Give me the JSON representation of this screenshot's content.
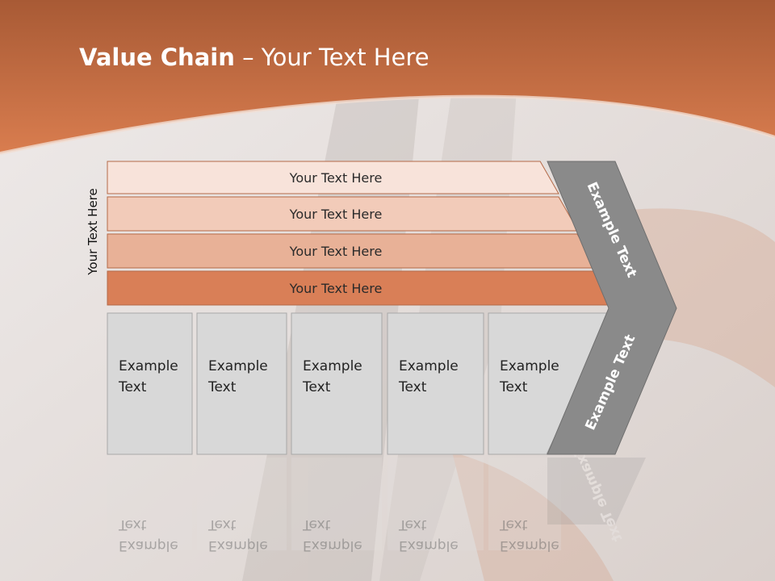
{
  "title": {
    "bold": "Value Chain",
    "rest": " – Your Text Here"
  },
  "side_label": "Your Text Here",
  "bands": [
    {
      "label": "Your Text Here",
      "fill": "#f8e3da"
    },
    {
      "label": "Your Text Here",
      "fill": "#f2cbb9"
    },
    {
      "label": "Your Text Here",
      "fill": "#e8b197"
    },
    {
      "label": "Your Text Here",
      "fill": "#d97f57"
    }
  ],
  "boxes": [
    {
      "line1": "Example",
      "line2": "Text"
    },
    {
      "line1": "Example",
      "line2": "Text"
    },
    {
      "line1": "Example",
      "line2": "Text"
    },
    {
      "line1": "Example",
      "line2": "Text"
    },
    {
      "line1": "Example",
      "line2": "Text"
    }
  ],
  "chevron": {
    "upper_label": "Example Text",
    "lower_label": "Example Text",
    "fill": "#8a8a8a"
  },
  "colors": {
    "header": "#c96a3e",
    "box_fill": "#d8d8d8",
    "box_stroke": "#a8a8a8"
  }
}
